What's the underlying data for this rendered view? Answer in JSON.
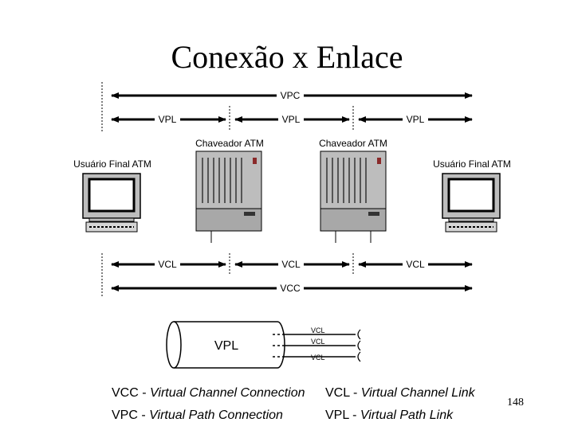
{
  "title": "Conexão x Enlace",
  "labels": {
    "vpc": "VPC",
    "vpl": "VPL",
    "vcl": "VCL",
    "vcc": "VCC",
    "switch": "Chaveador ATM",
    "user": "Usuário Final ATM",
    "tube": "VPL"
  },
  "legend": {
    "vcc_abbr": "VCC",
    "vcc_full": "Virtual Channel Connection",
    "vpc_abbr": "VPC",
    "vpc_full": "Virtual Path Connection",
    "vcl_abbr": "VCL",
    "vcl_full": "Virtual Channel Link",
    "vpl_abbr": "VPL",
    "vpl_full": "Virtual Path Link"
  },
  "page_number": "148"
}
